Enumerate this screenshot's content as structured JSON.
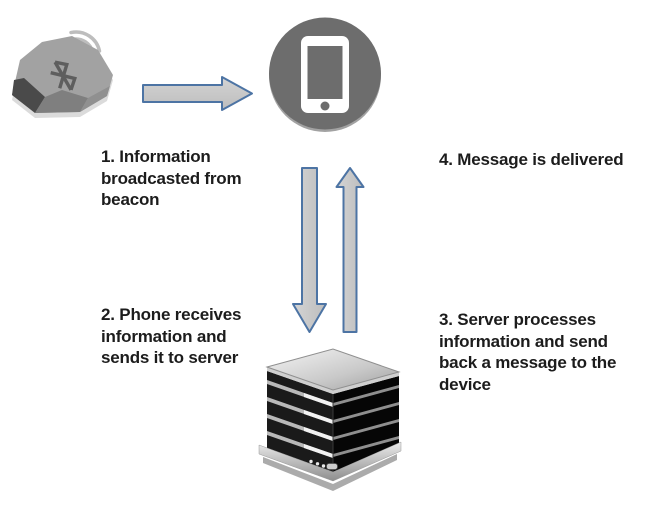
{
  "diagram": {
    "kind": "beacon-phone-server message flow",
    "background": "#ffffff",
    "palette": {
      "arrow_fill_light": "#d4d4d4",
      "arrow_fill_dark": "#bdbdbd",
      "arrow_stroke": "#4d74a4",
      "phone_circle": "#6d6d6d",
      "text_color": "#1c1c1c",
      "beacon_top_face": "#a2a2a2",
      "beacon_dark_facet": "#4a4a4a",
      "server_body": "#131313"
    },
    "nodes": {
      "beacon": {
        "label": "beacon",
        "icon": "bluetooth-beacon-icon",
        "description": "gray rock-shaped Bluetooth beacon broadcasting signal waves"
      },
      "phone": {
        "label": "phone",
        "icon": "smartphone-icon",
        "description": "white smartphone outline inside gray circle"
      },
      "server": {
        "label": "server",
        "icon": "server-tower-icon",
        "description": "black server tower with silver drive bays on gray base"
      }
    },
    "steps": {
      "step1": {
        "text": "1. Information\nbroadcasted from\nbeacon"
      },
      "step2": {
        "text": "2. Phone receives\ninformation and\nsends it to server"
      },
      "step3": {
        "text": "3. Server processes\ninformation and send\nback a message to the\ndevice"
      },
      "step4": {
        "text": "4. Message is delivered"
      }
    },
    "arrows": [
      {
        "id": "beacon-to-phone",
        "direction": "right"
      },
      {
        "id": "phone-to-server",
        "direction": "down"
      },
      {
        "id": "server-to-phone",
        "direction": "up"
      }
    ]
  }
}
